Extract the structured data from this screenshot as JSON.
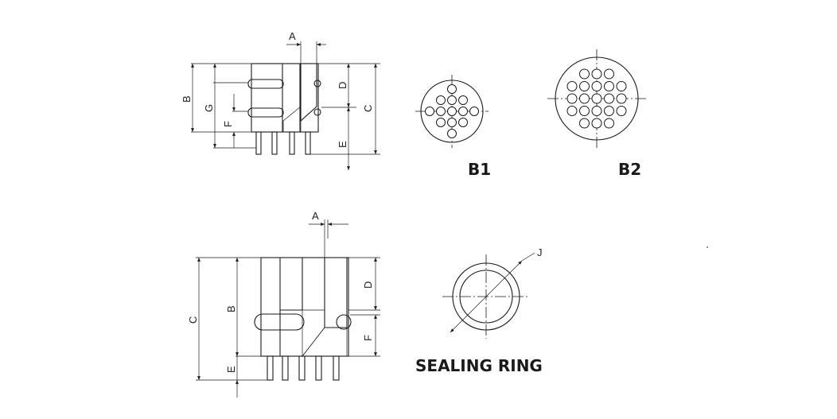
{
  "dimension_labels": {
    "top": {
      "a": "A",
      "b": "B",
      "c": "C",
      "d": "D",
      "e": "E",
      "f": "F",
      "g": "G"
    },
    "bottom": {
      "a": "A",
      "b": "B",
      "c": "C",
      "d": "D",
      "e": "E",
      "f": "F"
    },
    "ring": {
      "j": "J"
    }
  },
  "captions": {
    "b1": "B1",
    "b2": "B2",
    "sealing_ring": "SEALING RING"
  }
}
